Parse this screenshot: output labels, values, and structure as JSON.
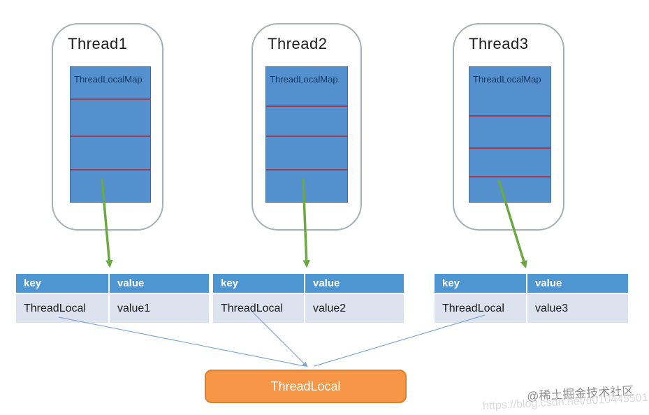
{
  "diagram": {
    "threads": [
      {
        "title": "Thread1",
        "map_label": "ThreadLocalMap"
      },
      {
        "title": "Thread2",
        "map_label": "ThreadLocalMap"
      },
      {
        "title": "Thread3",
        "map_label": "ThreadLocalMap"
      }
    ],
    "tables": [
      {
        "headers": [
          "key",
          "value"
        ],
        "rows": [
          [
            "ThreadLocal",
            "value1"
          ]
        ]
      },
      {
        "headers": [
          "key",
          "value"
        ],
        "rows": [
          [
            "ThreadLocal",
            "value2"
          ]
        ]
      },
      {
        "headers": [
          "key",
          "value"
        ],
        "rows": [
          [
            "ThreadLocal",
            "value3"
          ]
        ]
      }
    ],
    "shared_box_label": "ThreadLocal"
  },
  "watermark": {
    "community": "@稀土掘金技术社区",
    "url": "https://blog.csdn.net/u010445501"
  },
  "colors": {
    "map-blue": "#5390CD",
    "map-label": "#17375D",
    "header-blue": "#4D96D2",
    "row-bg": "#DCE3EF",
    "entry-red": "#A13A4A",
    "arrow-green": "#6CA843",
    "connector-blue": "#7FA8D4",
    "shared-orange": "#F79646",
    "shared-orange-border": "#E07E27",
    "card-border": "#A4AFB8"
  }
}
